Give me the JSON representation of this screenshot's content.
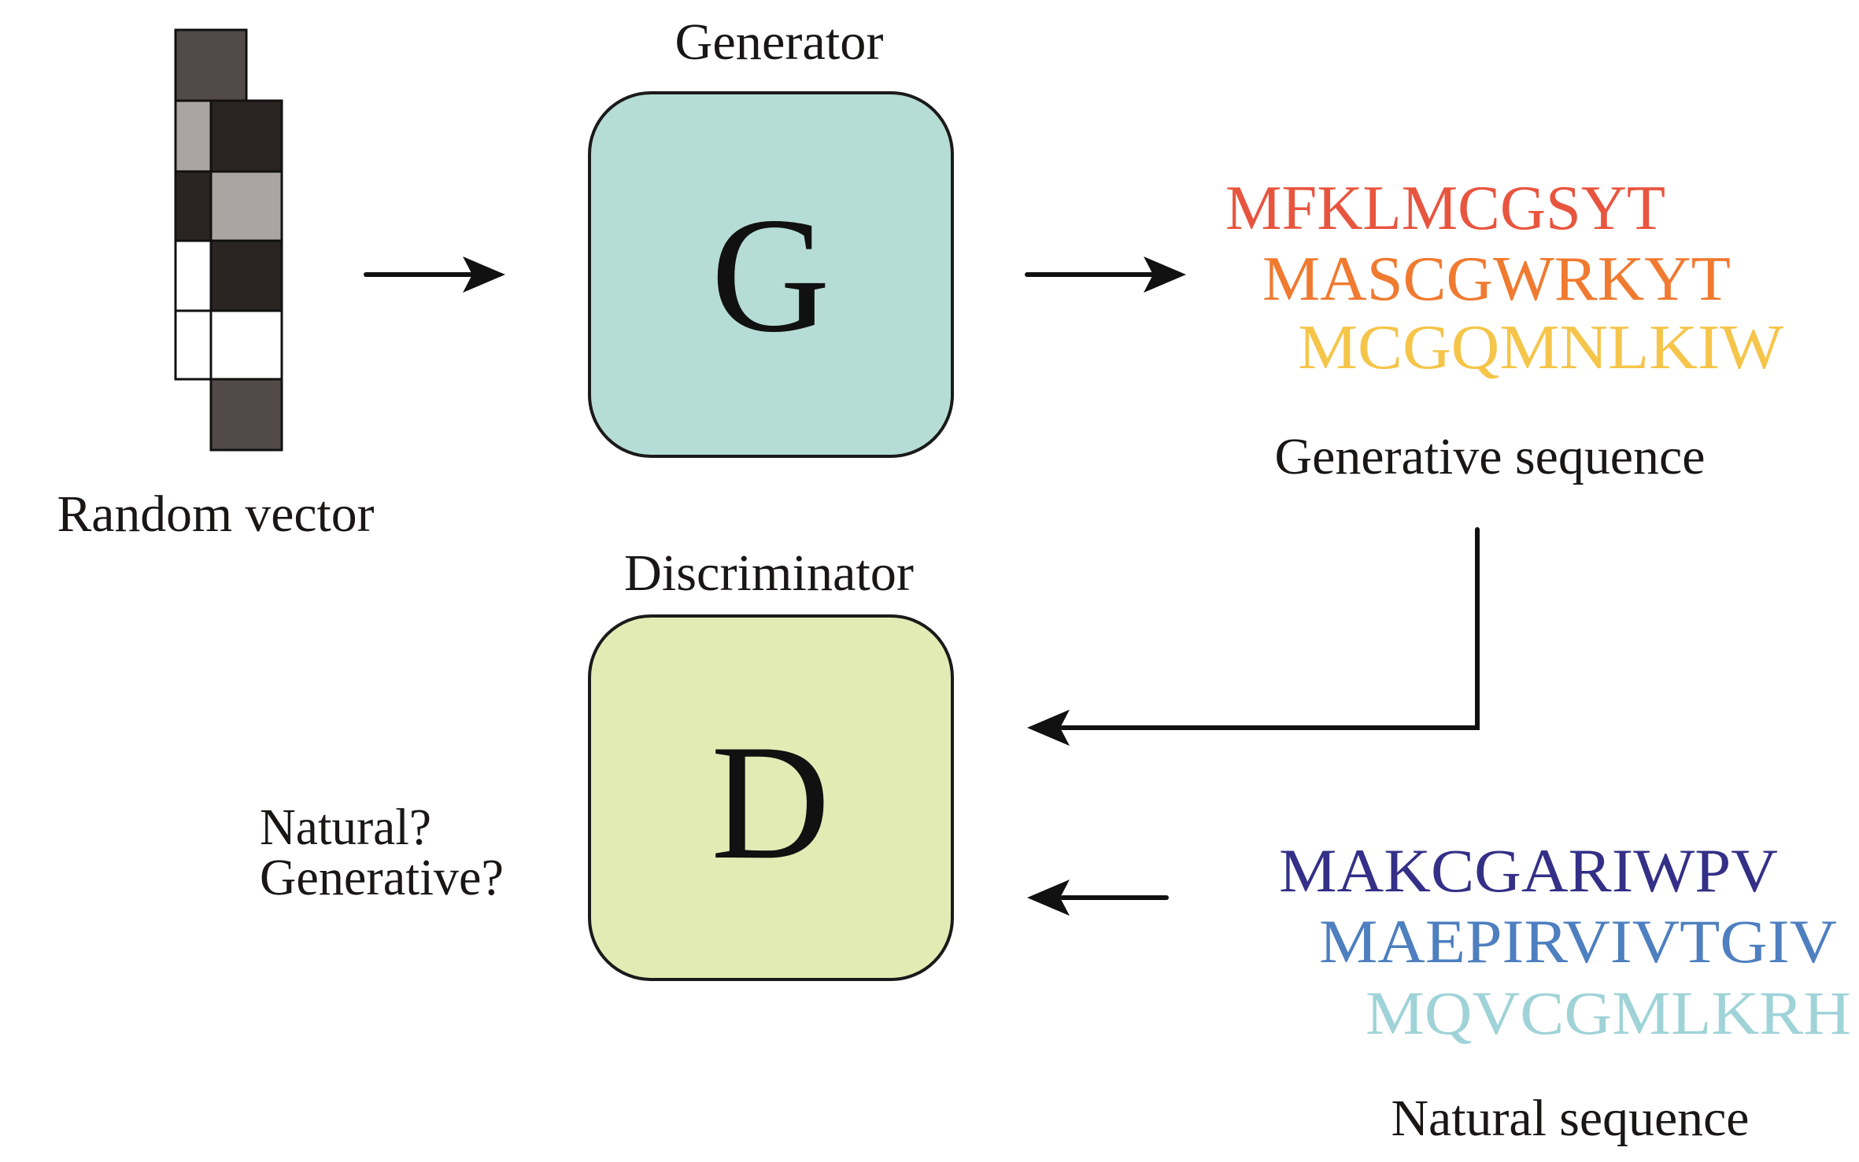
{
  "random_vector": {
    "label": "Random vector",
    "cells": [
      {
        "row": 0,
        "col": "span",
        "shade": "#524a48"
      },
      {
        "row": 1,
        "col": "left",
        "shade": "#aaa5a2"
      },
      {
        "row": 1,
        "col": "right",
        "shade": "#2a2523"
      },
      {
        "row": 2,
        "col": "left",
        "shade": "#2a2523"
      },
      {
        "row": 2,
        "col": "right",
        "shade": "#aaa5a2"
      },
      {
        "row": 3,
        "col": "left",
        "shade": "#ffffff"
      },
      {
        "row": 3,
        "col": "right",
        "shade": "#2a2523"
      },
      {
        "row": 4,
        "col": "left",
        "shade": "#ffffff"
      },
      {
        "row": 4,
        "col": "right",
        "shade": "#ffffff"
      },
      {
        "row": 5,
        "col": "right",
        "shade": "#524a48"
      }
    ]
  },
  "generator": {
    "title": "Generator",
    "letter": "G",
    "fill": "#b6ddd5"
  },
  "discriminator": {
    "title": "Discriminator",
    "letter": "D",
    "fill": "#e2ebb4"
  },
  "generative_sequences": {
    "label": "Generative sequence",
    "items": [
      {
        "text": "MFKLMCGSYT",
        "color": "#e8553f"
      },
      {
        "text": "MASCGWRKYT",
        "color": "#f07a30"
      },
      {
        "text": "MCGQMNLKIW",
        "color": "#f5c54a"
      }
    ]
  },
  "natural_sequences": {
    "label": "Natural sequence",
    "items": [
      {
        "text": "MAKCGARIWPV",
        "color": "#343087"
      },
      {
        "text": "MAEPIRVIVTGIV",
        "color": "#4e7fbf"
      },
      {
        "text": "MQVCGMLKRH",
        "color": "#9fd3d8"
      }
    ]
  },
  "question": {
    "line1": "Natural?",
    "line2": "Generative?"
  }
}
